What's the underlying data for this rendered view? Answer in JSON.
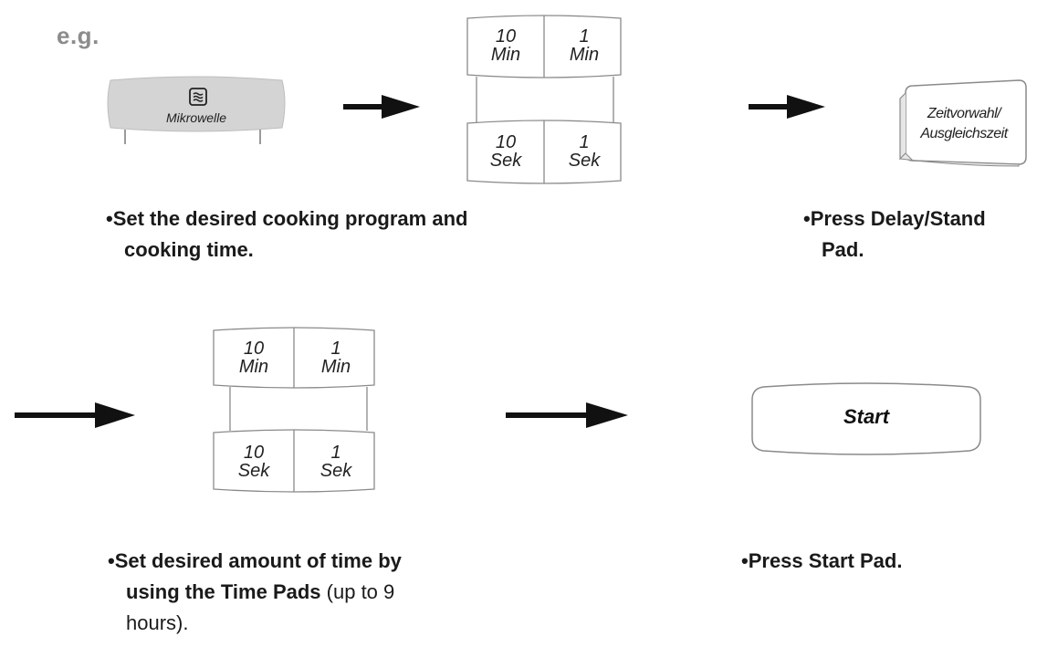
{
  "example_label": "e.g.",
  "microwave_pad": {
    "label": "Mikrowelle",
    "icon": "microwave-waves-icon"
  },
  "time_pads": {
    "ten_min": [
      "10",
      "Min"
    ],
    "one_min": [
      "1",
      "Min"
    ],
    "ten_sec": [
      "10",
      "Sek"
    ],
    "one_sec": [
      "1",
      "Sek"
    ]
  },
  "delay_pad": {
    "line1": "Zeitvorwahl/",
    "line2": "Ausgleichszeit"
  },
  "start_pad": {
    "label": "Start"
  },
  "captions": {
    "step1": {
      "line1": "•Set the desired cooking program and",
      "line2": "cooking time."
    },
    "step2": {
      "line1": "•Press Delay/Stand",
      "line2": "Pad."
    },
    "step3": {
      "line1": "•Set desired amount of time by",
      "line2_bold": "using the Time Pads",
      "line2_normal": " (up to 9",
      "line3": "hours)."
    },
    "step4": {
      "line1": "•Press Start Pad."
    }
  },
  "colors": {
    "pad_gray": "#d4d4d4",
    "pad_outline": "#9a9a9a",
    "arrow": "#111111",
    "label_gray": "#8c8c8c"
  }
}
